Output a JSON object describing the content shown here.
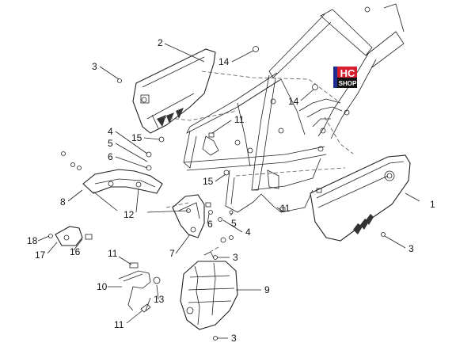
{
  "callouts": [
    {
      "id": "c1",
      "label": "1"
    },
    {
      "id": "c2",
      "label": "2"
    },
    {
      "id": "c3a",
      "label": "3"
    },
    {
      "id": "c3b",
      "label": "3"
    },
    {
      "id": "c3c",
      "label": "3"
    },
    {
      "id": "c3d",
      "label": "3"
    },
    {
      "id": "c4a",
      "label": "4"
    },
    {
      "id": "c4b",
      "label": "4"
    },
    {
      "id": "c5a",
      "label": "5"
    },
    {
      "id": "c5b",
      "label": "5"
    },
    {
      "id": "c6a",
      "label": "6"
    },
    {
      "id": "c6b",
      "label": "6"
    },
    {
      "id": "c7",
      "label": "7"
    },
    {
      "id": "c8",
      "label": "8"
    },
    {
      "id": "c9",
      "label": "9"
    },
    {
      "id": "c10",
      "label": "10"
    },
    {
      "id": "c11a",
      "label": "11"
    },
    {
      "id": "c11b",
      "label": "11"
    },
    {
      "id": "c11c",
      "label": "11"
    },
    {
      "id": "c11d",
      "label": "11"
    },
    {
      "id": "c12",
      "label": "12"
    },
    {
      "id": "c13",
      "label": "13"
    },
    {
      "id": "c14a",
      "label": "14"
    },
    {
      "id": "c14b",
      "label": "14"
    },
    {
      "id": "c15a",
      "label": "15"
    },
    {
      "id": "c15b",
      "label": "15"
    },
    {
      "id": "c16",
      "label": "16"
    },
    {
      "id": "c17",
      "label": "17"
    },
    {
      "id": "c18",
      "label": "18"
    }
  ],
  "logo": {
    "line1": "HC",
    "line2": "SHOP"
  }
}
